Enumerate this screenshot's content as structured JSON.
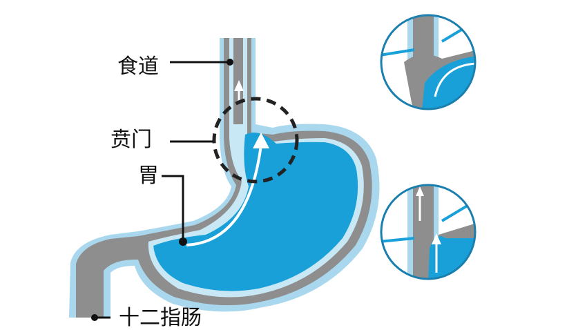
{
  "labels": {
    "esophagus": "食道",
    "cardia": "贲门",
    "stomach": "胃",
    "duodenum": "十二指肠"
  },
  "colors": {
    "wall": "#8e8e8e",
    "lining": "#a9d8ee",
    "content": "#1aa0d8",
    "line": "#111111"
  }
}
